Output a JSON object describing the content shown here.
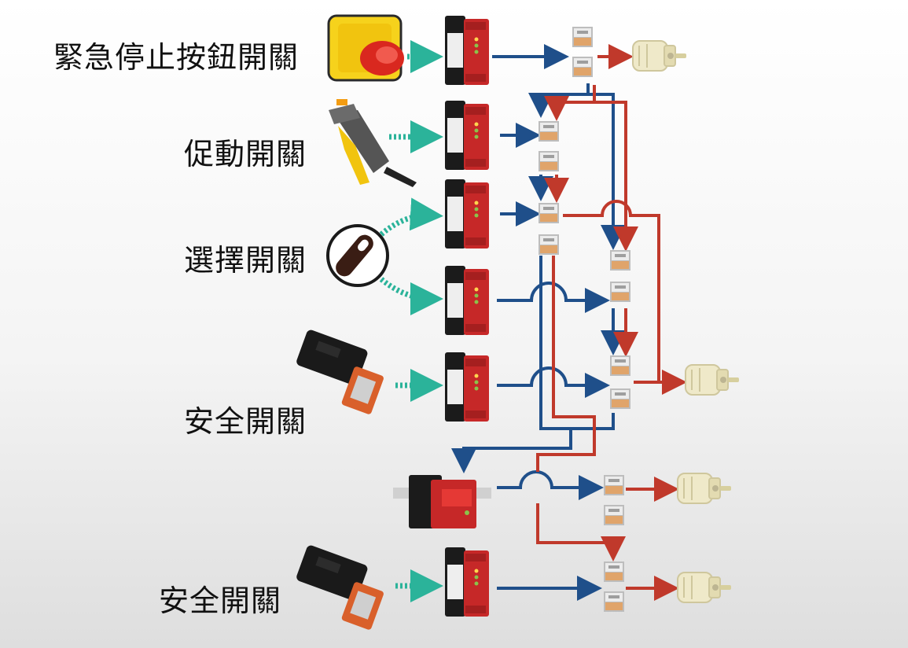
{
  "labels": {
    "emergency_stop": "緊急停止按鈕開關",
    "enabling": "促動開關",
    "selector": "選擇開關",
    "safety_1": "安全開關",
    "safety_2": "安全開關"
  },
  "colors": {
    "blue_line": "#1f4f8a",
    "red_line": "#c0392b",
    "teal_dashes": "#2bb39a",
    "module_red": "#c62828",
    "module_dark": "#1b1b1b",
    "contactor": "#d9c49a"
  },
  "icons": [
    "emergency-stop-button-icon",
    "enabling-switch-icon",
    "selector-switch-icon",
    "safety-interlock-switch-icon",
    "safety-relay-module-icon",
    "contactor-icon",
    "motor-icon"
  ]
}
